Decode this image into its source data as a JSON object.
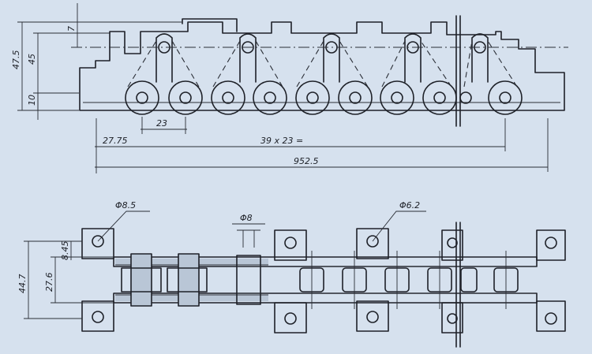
{
  "title": "",
  "colors": {
    "paper": "#d6e1ee",
    "ink": "#1e2128",
    "hatch": "#b9c6d6"
  },
  "dimensions": {
    "side_view": {
      "height_overall": "47.5",
      "height_a": "45",
      "offset_top": "7",
      "offset_bottom": "10",
      "pitch": "23",
      "first_hole": "27.75",
      "pitch_count": "39 x 23 =",
      "total_length": "952.5"
    },
    "top_view": {
      "bolt_hole_dia": "Φ8.5",
      "pin_dia": "Φ8",
      "roller_hole_dia": "Φ6.2",
      "width_overall": "44.7",
      "width_inner": "27.6",
      "offset_small": "8.45"
    }
  }
}
